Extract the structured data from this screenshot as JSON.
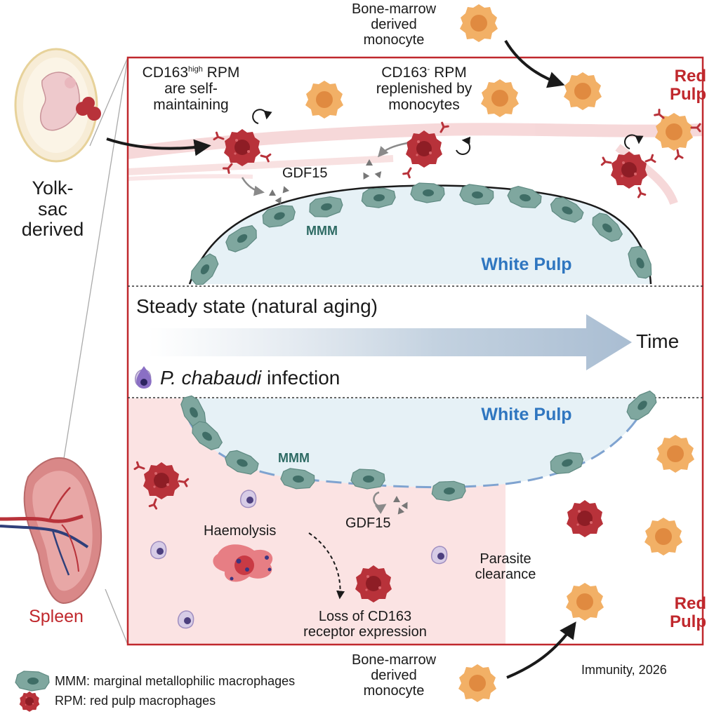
{
  "figure": {
    "top_monocyte_label": "Bone-marrow\nderived\nmonocyte",
    "bottom_monocyte_label": "Bone-marrow\nderived\nmonocyte",
    "yolk_sac_label": "Yolk-\nsac\nderived",
    "spleen_label": "Spleen",
    "red_pulp_top": "Red\nPulp",
    "red_pulp_bottom": "Red\nPulp",
    "white_pulp_top": "White Pulp",
    "white_pulp_bottom": "White Pulp",
    "mmm_top": "MMM",
    "mmm_bottom": "MMM",
    "cd163_high_prefix": "CD163",
    "cd163_high_sup": "high",
    "cd163_high_suffix": " RPM",
    "cd163_high_rest": "are self-\nmaintaining",
    "cd163_neg_prefix": "CD163",
    "cd163_neg_sup": "-",
    "cd163_neg_suffix": " RPM",
    "cd163_neg_rest": "replenished by\nmonocytes",
    "gdf15_top": "GDF15",
    "gdf15_bottom": "GDF15",
    "steady_state": "Steady state (natural aging)",
    "time": "Time",
    "infection_species": "P. chabaudi",
    "infection_suffix": " infection",
    "haemolysis": "Haemolysis",
    "loss_cd163": "Loss of CD163\nreceptor expression",
    "parasite_clearance": "Parasite\nclearance",
    "legend_mmm": "MMM: marginal metallophilic macrophages",
    "legend_rpm": "RPM: red pulp macrophages",
    "citation": "Immunity, 2026"
  },
  "colors": {
    "frame": "#c0282d",
    "red_pulp_text": "#c0282d",
    "white_pulp_text": "#2f76c0",
    "mmm_text": "#2d6a63",
    "rpm_cell": "#b8323a",
    "monocyte_cell": "#f2b066",
    "mmm_cell": "#7fa79f",
    "white_pulp_fill": "#e6f1f6",
    "infected_bg": "#fbe3e3"
  }
}
